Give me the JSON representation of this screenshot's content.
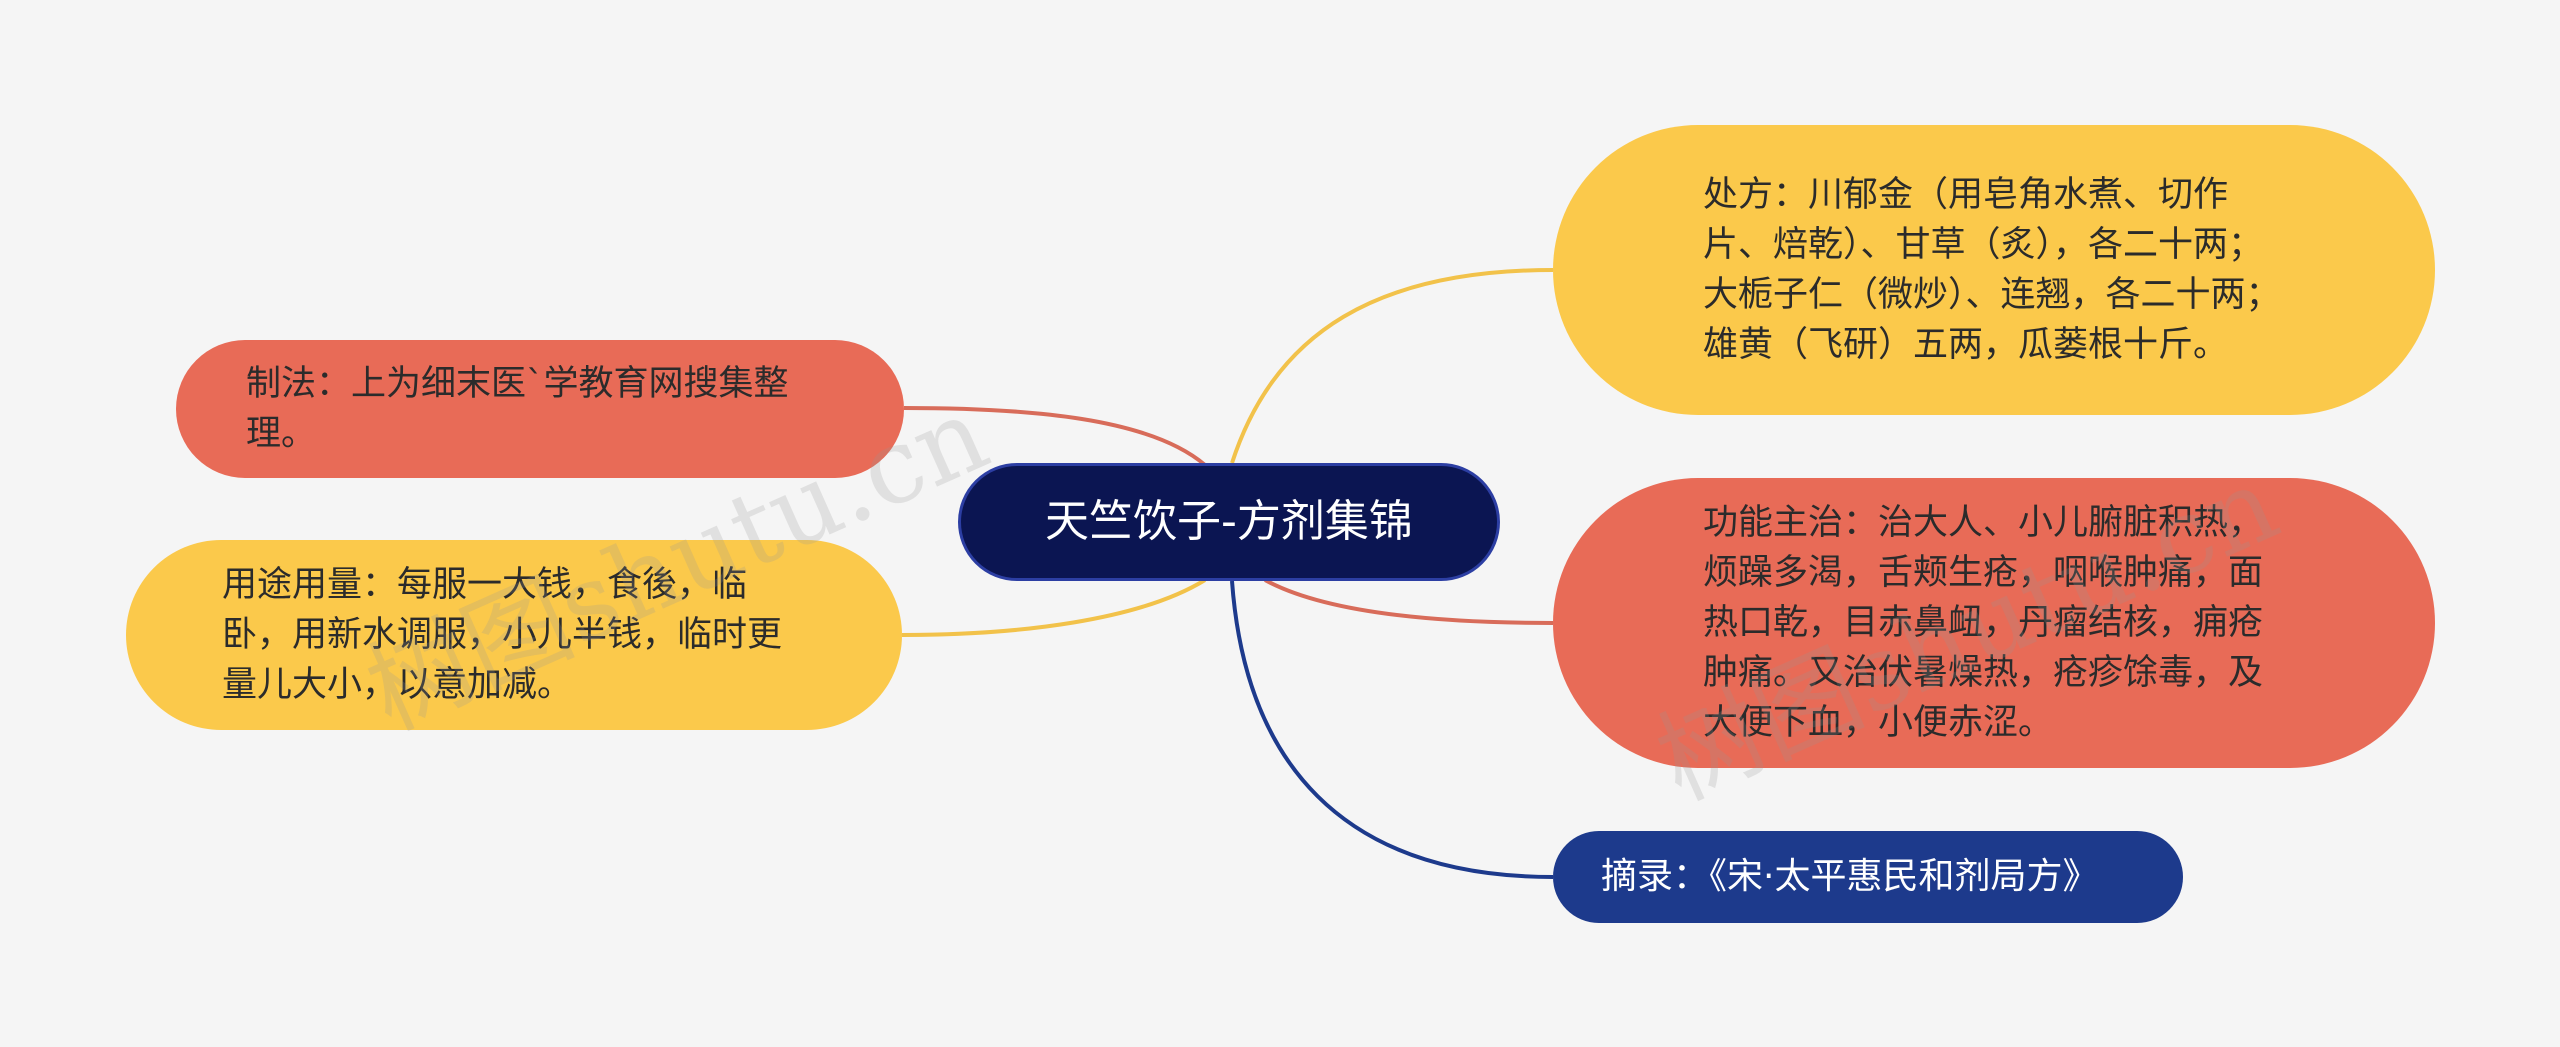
{
  "diagram": {
    "center": {
      "label": "天竺饮子-方剂集锦",
      "color": "#0b1552"
    },
    "branches": [
      {
        "id": "zhifa",
        "text": "制法：上为细末医`学教育网搜集整理。",
        "color": "#e86b57",
        "line_color": "#d86c5a"
      },
      {
        "id": "yongtu",
        "text": "用途用量：每服一大钱，食後，临卧，用新水调服，小儿半钱，临时更量儿大小，以意加减。",
        "color": "#fbc94b",
        "line_color": "#f2c24a"
      },
      {
        "id": "chufang",
        "text": "处方：川郁金（用皂角水煮、切作片、焙乾）、甘草（炙），各二十两；大栀子仁（微炒）、连翘，各二十两；雄黄（飞研）五两，瓜蒌根十斤。",
        "color": "#fbc94b",
        "line_color": "#f2c24a"
      },
      {
        "id": "gongneng",
        "text": "功能主治：治大人、小儿腑脏积热，烦躁多渴，舌颊生疮，咽喉肿痛，面热口乾，目赤鼻衄，丹瘤结核，痈疮肿痛。又治伏暑燥热，疮疹馀毒，及大便下血，小便赤涩。",
        "color": "#e86b57",
        "line_color": "#d86c5a"
      },
      {
        "id": "zhailu",
        "text": "摘录：《宋·太平惠民和剂局方》",
        "color": "#1d3a8c",
        "line_color": "#1d3a8c"
      }
    ]
  },
  "watermark": "树图shutu.cn"
}
